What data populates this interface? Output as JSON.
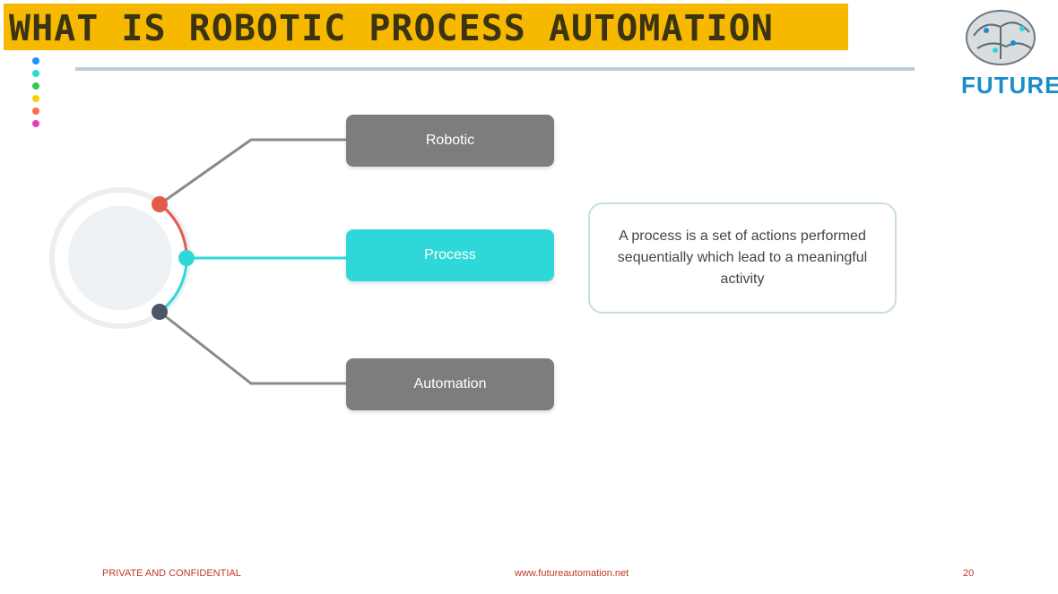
{
  "header": {
    "title": "WHAT IS ROBOTIC PROCESS AUTOMATION"
  },
  "logo": {
    "text": "FUTURE",
    "icon": "brain-circuit-icon"
  },
  "colors": {
    "title_bar": "#f7b800",
    "process_accent": "#2fd8d8",
    "neutral_box": "#7d7d7d",
    "marker_red": "#e25c4a",
    "marker_dark": "#4b5563"
  },
  "side_dots": [
    "#1e90ff",
    "#2fd8d8",
    "#34c759",
    "#f7d000",
    "#ff6b4a",
    "#e040c0"
  ],
  "diagram": {
    "items": [
      {
        "label": "Robotic"
      },
      {
        "label": "Process"
      },
      {
        "label": "Automation"
      }
    ],
    "description": "A process is a set of actions performed sequentially which lead to a meaningful activity"
  },
  "footer": {
    "left": "PRIVATE AND CONFIDENTIAL",
    "center": "www.futureautomation.net",
    "page": "20"
  }
}
